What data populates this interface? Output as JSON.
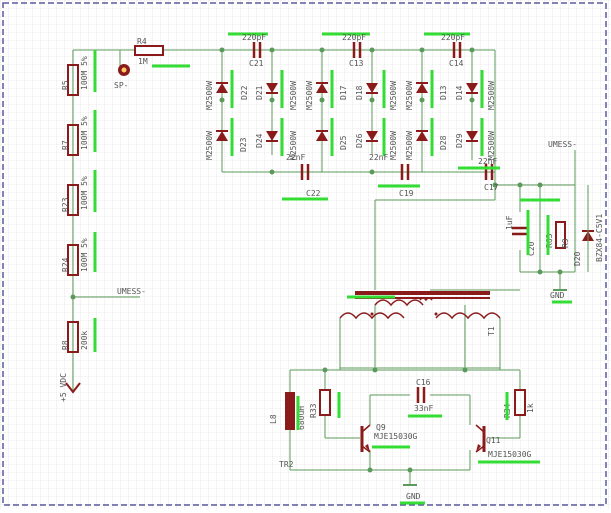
{
  "colors": {
    "background": "#ffffff",
    "grid": "#d8d8d8",
    "frame": "#5a5aa0",
    "wire": "#5a9a5a",
    "part": "#8b1a1a",
    "highlight": "#33dd33",
    "text": "#555555"
  },
  "labels": {
    "r4": "R4",
    "r4_val": "1M",
    "c21": "C21",
    "c21_val": "220pF",
    "c13": "C13",
    "c13_val": "220pF",
    "c14": "C14",
    "c14_val": "220pF",
    "c22": "C22",
    "c22_val": "22nF",
    "c19": "C19",
    "c19_val": "22nF",
    "c17": "C17",
    "c17_val": "22nF",
    "c20": "C20",
    "c20_val": "1uF",
    "c16": "C16",
    "c16_val": "33nF",
    "r5": "R5",
    "r5_val": "100M 5%",
    "r7": "R7",
    "r7_val": "100M 5%",
    "r23": "R23",
    "r23_val": "100M 5%",
    "r24": "R24",
    "r24_val": "100M 5%",
    "r8": "R8",
    "r8_val": "200k",
    "r33": "R33",
    "r34": "R34",
    "r34_val": "1k",
    "r63": "R63",
    "r9": "R9",
    "d22": "D22",
    "d21": "D21",
    "d23": "D23",
    "d24": "D24",
    "d17": "D17",
    "d18": "D18",
    "d25": "D25",
    "d26": "D26",
    "d13": "D13",
    "d14": "D14",
    "d28": "D28",
    "d29": "D29",
    "d20": "D20",
    "d20_val": "BZX84-C5V1",
    "diode_val": "M2500W",
    "sp": "SP-",
    "umess_top": "UMESS-",
    "umess_mid": "UMESS-",
    "vdc": "+5 VDC",
    "t1": "T1",
    "tr2": "TR2",
    "tr2_val": "680uH",
    "l8": "L8",
    "q9": "Q9",
    "q9_val": "MJE15030G",
    "q11": "Q11",
    "q11_val": "MJE15030G",
    "gnd_right": "GND",
    "gnd_bottom": "GND"
  }
}
